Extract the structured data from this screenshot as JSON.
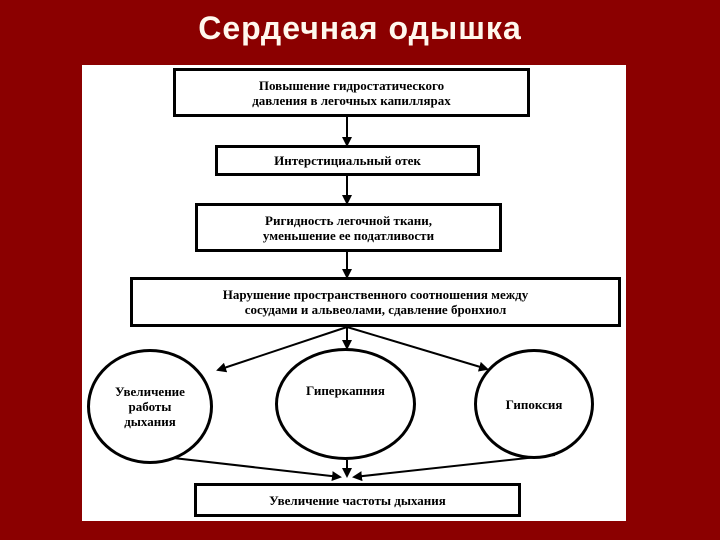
{
  "title": "Сердечная одышка",
  "diagram": {
    "box1": "Повышение гидростатического\nдавления в легочных капиллярах",
    "box2": "Интерстициальный отек",
    "box3": "Ригидность легочной ткани,\nуменьшение ее податливости",
    "box4": "Нарушение пространственного соотношения между\nсосудами и альвеолами, сдавление бронхиол",
    "circle_left": "Увеличение\nработы\nдыхания",
    "circle_center": "Гиперкапния",
    "circle_right": "Гипоксия",
    "box_bottom": "Увеличение частоты дыхания"
  }
}
